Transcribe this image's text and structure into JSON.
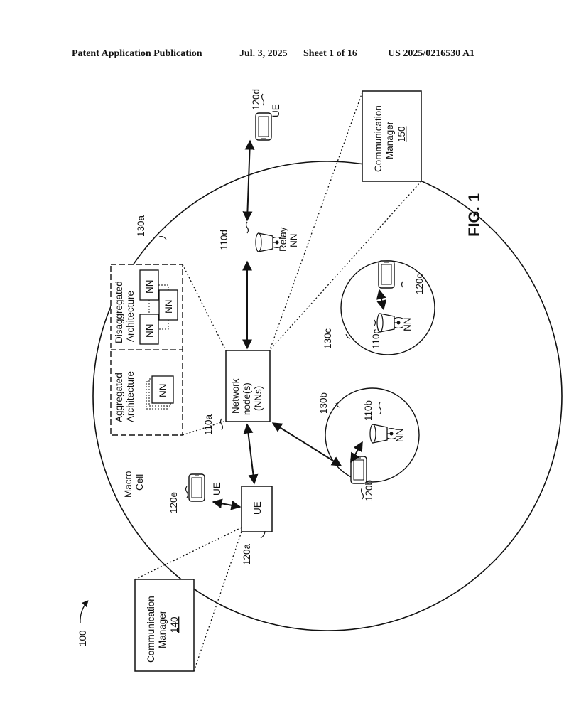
{
  "header": {
    "publication": "Patent Application Publication",
    "date": "Jul. 3, 2025",
    "sheet": "Sheet 1 of 16",
    "number": "US 2025/0216530 A1"
  },
  "figure": {
    "label": "FIG. 1",
    "ref_system": "100",
    "macro_cell_line1": "Macro",
    "macro_cell_line2": "Cell",
    "ref_macro_cell": "130a",
    "network_node_line1": "Network",
    "network_node_line2": "node(s)",
    "network_node_line3": "(NNs)",
    "ref_network_node": "110a",
    "aggregated_line1": "Aggregated",
    "aggregated_line2": "Architecture",
    "disaggregated_line1": "Disaggregated",
    "disaggregated_line2": "Architecture",
    "nn": "NN",
    "ue": "UE",
    "relay_line1": "Relay",
    "relay_line2": "NN",
    "ref_relay": "110d",
    "ref_ue_top": "120d",
    "ref_ue_box": "120a",
    "ref_ue_left": "120e",
    "ref_cell_b": "130b",
    "ref_cell_c": "130c",
    "ref_nn_b": "110b",
    "ref_nn_c": "110c",
    "ref_ue_b": "120b",
    "ref_ue_c": "120c",
    "cm_top_line1": "Communication",
    "cm_top_line2": "Manager",
    "cm_top_ref": "150",
    "cm_bottom_line1": "Communication",
    "cm_bottom_line2": "Manager",
    "cm_bottom_ref": "140"
  }
}
